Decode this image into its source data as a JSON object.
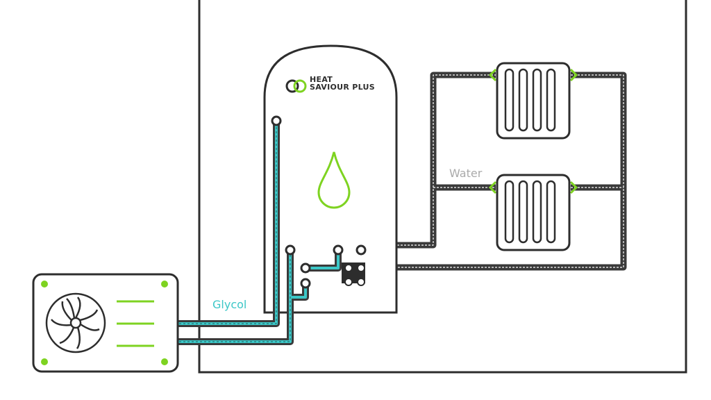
{
  "brand": {
    "line1": "HEAT",
    "line2": "SAVIOUR PLUS",
    "logo_color": "#7ed321",
    "text_color": "#2d2d2d"
  },
  "labels": {
    "glycol": "Glycol",
    "water": "Water"
  },
  "colors": {
    "outline": "#2d2d2d",
    "accent_green": "#7ed321",
    "glycol_teal": "#3cc7c7",
    "water_pipe": "#3a3a3a",
    "water_label": "#aaaaaa"
  },
  "components": {
    "heat_pump": "heat-pump-unit",
    "cylinder": "heat-saviour-plus-cylinder",
    "radiators": [
      "radiator-top",
      "radiator-bottom"
    ],
    "droplet_icon": "water-droplet-icon",
    "fan_icon": "fan-icon"
  }
}
